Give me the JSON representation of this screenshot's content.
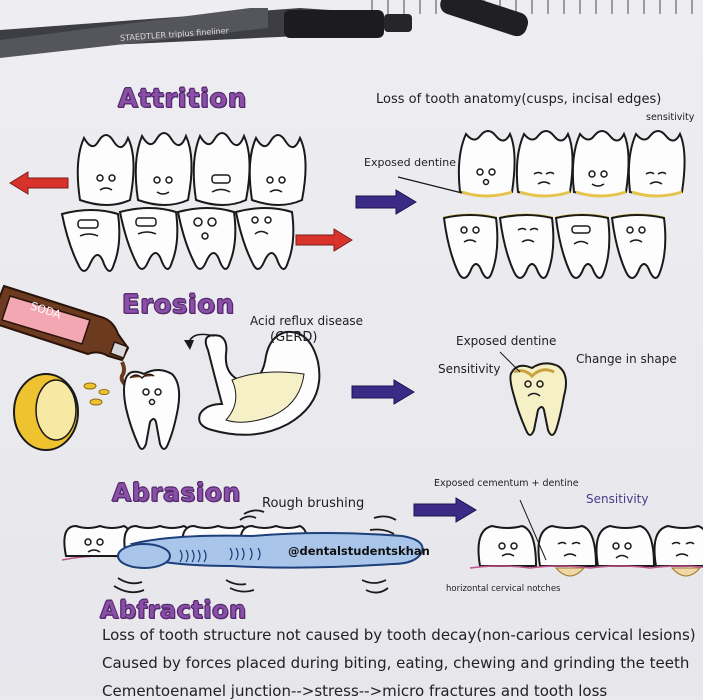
{
  "sections": {
    "attrition": {
      "title": "Attrition",
      "note_main": "Loss of tooth anatomy(cusps, incisal edges)",
      "note_sensitivity": "sensitivity",
      "note_exposed": "Exposed dentine"
    },
    "erosion": {
      "title": "Erosion",
      "soda_label": "SODA",
      "gerd_label_line1": "Acid reflux disease",
      "gerd_label_line2": "(GERD)",
      "note_exposed": "Exposed dentine",
      "note_sensitivity": "Sensitivity",
      "note_shape": "Change in shape"
    },
    "abrasion": {
      "title": "Abrasion",
      "note_brushing": "Rough brushing",
      "note_exposed": "Exposed cementum + dentine",
      "note_sensitivity": "Sensitivity",
      "note_notches": "horizontal cervical notches",
      "handle_text": "@dentalstudentskhan"
    },
    "abfraction": {
      "title": "Abfraction",
      "lines": [
        "Loss of tooth structure not caused by tooth decay(non-carious cervical lesions)",
        "Caused by forces placed during biting, eating, chewing and grinding the teeth",
        "Cementoenamel junction-->stress-->micro fractures and tooth loss"
      ]
    }
  },
  "pens": {
    "pen_brand": "STAEDTLER triplus fineliner"
  },
  "colors": {
    "title_purple": "#8a4fa7",
    "arrow_red": "#d8332b",
    "arrow_navy": "#3b2a86",
    "dentine_yellow": "#e6c34a",
    "lemon": "#efc230",
    "soda_brown": "#6b3a1f",
    "soda_label_pink": "#f2a7b2",
    "brush_blue": "#a9c6ea"
  }
}
